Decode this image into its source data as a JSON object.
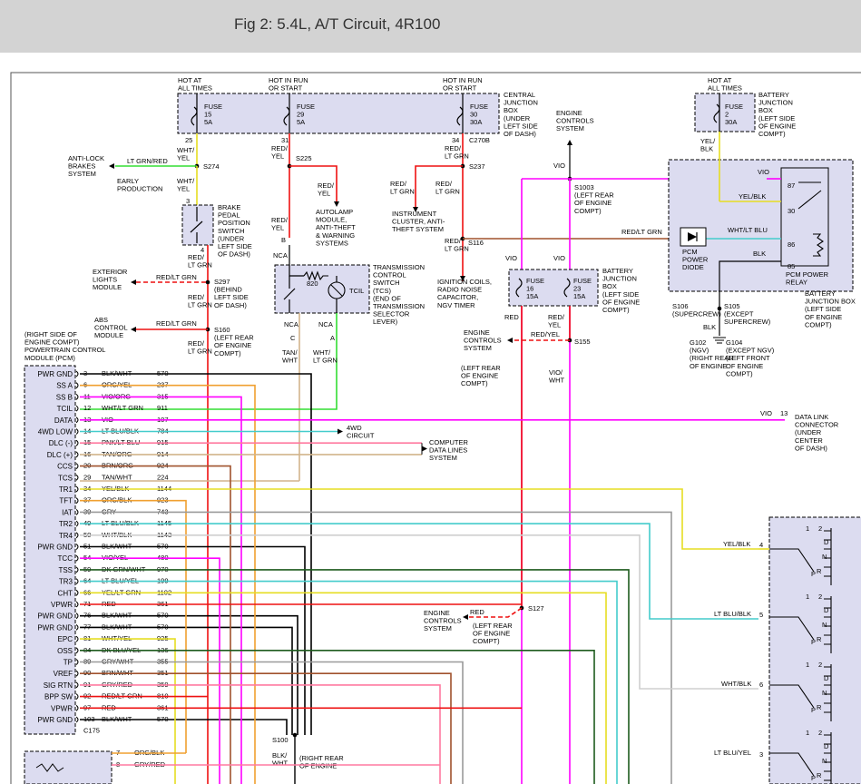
{
  "title": "Fig 2: 5.4L, A/T Circuit, 4R100",
  "colors": {
    "black": "#000000",
    "orange": "#f0a030",
    "violet": "#ff00ff",
    "red": "#ee1111",
    "green": "#33dd33",
    "blue": "#44cccc",
    "yellow": "#e6dd22",
    "tan": "#d2b48c",
    "brown": "#a0522d",
    "gray": "#9a9a9a",
    "white": "#cfcfcf",
    "darkgreen": "#1e5b1e",
    "pink": "#ff7aa0",
    "panel": "#dcdcf0"
  },
  "labels": {
    "hot_all_times_a": [
      "HOT AT",
      "ALL TIMES"
    ],
    "hot_run_start_a": [
      "HOT IN RUN",
      "OR START"
    ],
    "hot_run_start_b": [
      "HOT IN RUN",
      "OR START"
    ],
    "central_jb": [
      "CENTRAL",
      "JUNCTION",
      "BOX",
      "(UNDER",
      "LEFT SIDE",
      "OF DASH)"
    ],
    "fuse15": [
      "FUSE",
      "15",
      "5A"
    ],
    "fuse29": [
      "FUSE",
      "29",
      "5A"
    ],
    "fuse30": [
      "FUSE",
      "30",
      "30A"
    ],
    "engine_controls_system_top": [
      "ENGINE",
      "CONTROLS",
      "SYSTEM"
    ],
    "hot_all_times_b": [
      "HOT AT",
      "ALL TIMES"
    ],
    "fuse2": [
      "FUSE",
      "2",
      "30A"
    ],
    "battery_jb_top": [
      "BATTERY",
      "JUNCTION",
      "BOX",
      "(LEFT SIDE",
      "OF ENGINE",
      "COMPT)"
    ],
    "c270b": "C270B",
    "pin25": "25",
    "pin31": "31",
    "pin34": "34",
    "wht_yel_1": [
      "WHT/",
      "YEL"
    ],
    "red_yel_1": [
      "RED/",
      "YEL"
    ],
    "red_ltgrn_1": [
      "RED/",
      "LT GRN"
    ],
    "yel_blk": [
      "YEL/",
      "BLK"
    ],
    "vio_1": "VIO",
    "s274": "S274",
    "s225": "S225",
    "s237": "S237",
    "s1003": [
      "S1003",
      "(LEFT REAR",
      "OF ENGINE",
      "COMPT)"
    ],
    "anti_lock": [
      "ANTI-LOCK",
      "BRAKES",
      "SYSTEM"
    ],
    "ltgrn_red": "LT GRN/RED",
    "early_production": [
      "EARLY",
      "PRODUCTION"
    ],
    "red_yel_2": [
      "RED/",
      "YEL"
    ],
    "autolamp": [
      "AUTOLAMP",
      "MODULE,",
      "ANTI-THEFT",
      "& WARNING",
      "SYSTEMS"
    ],
    "red_ltgrn_2": [
      "RED/",
      "LT GRN"
    ],
    "red_ltgrn_3": [
      "RED/",
      "LT GRN"
    ],
    "instrument_cluster": [
      "INSTRUMENT",
      "CLUSTER, ANTI-",
      "THEFT SYSTEM"
    ],
    "wht_yel_2": [
      "WHT/",
      "YEL"
    ],
    "pcm_relay_pins": [
      "87",
      "30",
      "86",
      "85"
    ],
    "relay_vio": "VIO",
    "relay_yel_blk": "YEL/BLK",
    "relay_wht_ltblu": "WHT/LT BLU",
    "relay_blk": "BLK",
    "pcm_power_relay": [
      "PCM POWER",
      "RELAY"
    ],
    "battery_jb_right": [
      "BATTERY",
      "JUNCTION BOX",
      "(LEFT SIDE",
      "OF ENGINE",
      "COMPT)"
    ],
    "brake_switch": [
      "BRAKE",
      "PEDAL",
      "POSITION",
      "SWITCH",
      "(UNDER",
      "LEFT SIDE",
      "OF DASH)"
    ],
    "pin3": "3",
    "pin4": "4",
    "red_yel_3": [
      "RED/",
      "YEL"
    ],
    "b_label": "B",
    "red_ltgrn_4": "RED/LT GRN",
    "s116": "S116",
    "pcm_power_diode": [
      "PCM",
      "POWER",
      "DIODE"
    ],
    "nca1": "NCA",
    "r820": "820",
    "tcil": "TCIL",
    "tcs": [
      "TRANSMISSION",
      "CONTROL",
      "SWITCH",
      "(TCS)",
      "(END OF",
      "TRANSMISSION",
      "SELECTOR",
      "LEVER)"
    ],
    "red_ltgrn_5": [
      "RED/",
      "LT GRN"
    ],
    "ignition_coils": [
      "IGNITION COILS,",
      "RADIO NOISE",
      "CAPACITOR,",
      "NGV TIMER"
    ],
    "vio_2": "VIO",
    "vio_3": "VIO",
    "fuse16": [
      "FUSE",
      "16",
      "15A"
    ],
    "fuse23": [
      "FUSE",
      "23",
      "15A"
    ],
    "battery_jb_mid": [
      "BATTERY",
      "JUNCTION",
      "BOX",
      "(LEFT SIDE",
      "OF ENGINE",
      "COMPT)"
    ],
    "exterior_lights": [
      "EXTERIOR",
      "LIGHTS",
      "MODULE"
    ],
    "red_ltgrn_6": "RED/LT GRN",
    "s297": [
      "S297",
      "(BEHIND",
      "LEFT SIDE",
      "OF DASH)"
    ],
    "red_ltgrn_7": [
      "RED/",
      "LT GRN"
    ],
    "nca2": "NCA",
    "nca3": "NCA",
    "c_label": "C",
    "a_label": "A",
    "red_4": "RED",
    "red_yel_4": [
      "RED/",
      "YEL"
    ],
    "s106": [
      "S106",
      "(SUPERCREW)"
    ],
    "s105": [
      "S105",
      "(EXCEPT",
      "SUPERCREW)"
    ],
    "blk_1": "BLK",
    "abs_control": [
      "ABS",
      "CONTROL",
      "MODULE"
    ],
    "red_ltgrn_8": "RED/LT GRN",
    "s160": [
      "S160",
      "(LEFT REAR",
      "OF ENGINE",
      "COMPT)"
    ],
    "tan_wht": [
      "TAN/",
      "WHT"
    ],
    "wht_ltgrn": [
      "WHT/",
      "LT GRN"
    ],
    "engine_controls_mid": [
      "ENGINE",
      "CONTROLS",
      "SYSTEM"
    ],
    "red_yel_5": "RED/YEL",
    "s155": "S155",
    "g102": [
      "G102",
      "(NGV)",
      "(RIGHT REAR",
      "OF ENGINE"
    ],
    "g104": [
      "G104",
      "(EXCEPT NGV)",
      "(LEFT FRONT",
      "OF ENGINE",
      "COMPT)"
    ],
    "pcm_label": [
      "(RIGHT SIDE OF",
      "ENGINE COMPT)",
      "POWERTRAIN CONTROL",
      "MODULE (PCM)"
    ],
    "s155_loc": [
      "(LEFT REAR",
      "OF ENGINE",
      "COMPT)"
    ],
    "vio_wht": [
      "VIO/",
      "WHT"
    ],
    "wd_circuit": [
      "4WD",
      "CIRCUIT"
    ],
    "computer_data": [
      "COMPUTER",
      "DATA LINES",
      "SYSTEM"
    ],
    "vio_dlc": "VIO",
    "pin13": "13",
    "dlc": [
      "DATA LINK",
      "CONNECTOR",
      "(UNDER",
      "CENTER",
      "OF DASH)"
    ],
    "engine_controls_low": [
      "ENGINE",
      "CONTROLS",
      "SYSTEM"
    ],
    "red_5": "RED",
    "s127": "S127",
    "s127_loc": [
      "(LEFT REAR",
      "OF ENGINE",
      "COMPT)"
    ],
    "c175": "C175",
    "s100": "S100",
    "blk_wht_bottom": [
      "BLK/",
      "WHT"
    ],
    "s100_loc": [
      "(RIGHT REAR",
      "OF ENGINE"
    ],
    "bottom_wire7": "ORG/BLK",
    "bottom_wire8": "GRY/RED",
    "pin7": "7",
    "pin8": "8",
    "right_yel_blk": "YEL/BLK",
    "right_ltblu_blk": "LT BLU/BLK",
    "right_wht_blk": "WHT/BLK",
    "right_ltblu_yel": "LT BLU/YEL",
    "right_pin4": "4",
    "right_pin5": "5",
    "right_pin6": "6",
    "right_pin3": "3",
    "switch_letters": [
      "1",
      "2",
      "D",
      "N",
      "R",
      "P"
    ]
  },
  "pcm_pins": [
    {
      "name": "PWR GND",
      "pin": "3",
      "wire": "BLK/WHT",
      "circuit": "570",
      "color": "black"
    },
    {
      "name": "SS A",
      "pin": "6",
      "wire": "ORG/YEL",
      "circuit": "237",
      "color": "orange"
    },
    {
      "name": "SS B",
      "pin": "11",
      "wire": "VIO/ORG",
      "circuit": "315",
      "color": "violet"
    },
    {
      "name": "TCIL",
      "pin": "12",
      "wire": "WHT/LT GRN",
      "circuit": "911",
      "color": "green"
    },
    {
      "name": "DATA",
      "pin": "13",
      "wire": "VIO",
      "circuit": "107",
      "color": "violet"
    },
    {
      "name": "4WD LOW",
      "pin": "14",
      "wire": "LT BLU/BLK",
      "circuit": "784",
      "color": "blue"
    },
    {
      "name": "DLC (-)",
      "pin": "15",
      "wire": "PNK/LT BLU",
      "circuit": "915",
      "color": "pink"
    },
    {
      "name": "DLC (+)",
      "pin": "16",
      "wire": "TAN/ORG",
      "circuit": "914",
      "color": "tan"
    },
    {
      "name": "CCS",
      "pin": "20",
      "wire": "BRN/ORG",
      "circuit": "924",
      "color": "brown"
    },
    {
      "name": "TCS",
      "pin": "29",
      "wire": "TAN/WHT",
      "circuit": "224",
      "color": "tan"
    },
    {
      "name": "TR1",
      "pin": "34",
      "wire": "YEL/BLK",
      "circuit": "1144",
      "color": "yellow"
    },
    {
      "name": "TFT",
      "pin": "37",
      "wire": "ORG/BLK",
      "circuit": "923",
      "color": "orange"
    },
    {
      "name": "IAT",
      "pin": "39",
      "wire": "GRY",
      "circuit": "743",
      "color": "gray"
    },
    {
      "name": "TR2",
      "pin": "49",
      "wire": "LT BLU/BLK",
      "circuit": "1145",
      "color": "blue"
    },
    {
      "name": "TR4",
      "pin": "50",
      "wire": "WHT/BLK",
      "circuit": "1143",
      "color": "white"
    },
    {
      "name": "PWR GND",
      "pin": "51",
      "wire": "BLK/WHT",
      "circuit": "570",
      "color": "black"
    },
    {
      "name": "TCC",
      "pin": "54",
      "wire": "VIO/YEL",
      "circuit": "480",
      "color": "violet"
    },
    {
      "name": "TSS",
      "pin": "59",
      "wire": "DK GRN/WHT",
      "circuit": "970",
      "color": "darkgreen"
    },
    {
      "name": "TR3",
      "pin": "64",
      "wire": "LT BLU/YEL",
      "circuit": "199",
      "color": "blue"
    },
    {
      "name": "CHT",
      "pin": "66",
      "wire": "YEL/LT GRN",
      "circuit": "1102",
      "color": "yellow"
    },
    {
      "name": "VPWR",
      "pin": "71",
      "wire": "RED",
      "circuit": "361",
      "color": "red"
    },
    {
      "name": "PWR GND",
      "pin": "76",
      "wire": "BLK/WHT",
      "circuit": "570",
      "color": "black"
    },
    {
      "name": "PWR GND",
      "pin": "77",
      "wire": "BLK/WHT",
      "circuit": "570",
      "color": "black"
    },
    {
      "name": "EPC",
      "pin": "81",
      "wire": "WHT/YEL",
      "circuit": "925",
      "color": "yellow"
    },
    {
      "name": "OSS",
      "pin": "84",
      "wire": "DK BLU/YEL",
      "circuit": "136",
      "color": "darkgreen"
    },
    {
      "name": "TP",
      "pin": "89",
      "wire": "GRY/WHT",
      "circuit": "355",
      "color": "gray"
    },
    {
      "name": "VREF",
      "pin": "90",
      "wire": "BRN/WHT",
      "circuit": "351",
      "color": "brown"
    },
    {
      "name": "SIG RTN",
      "pin": "91",
      "wire": "GRY/RED",
      "circuit": "359",
      "color": "pink"
    },
    {
      "name": "BPP SW",
      "pin": "92",
      "wire": "RED/LT GRN",
      "circuit": "810",
      "color": "red"
    },
    {
      "name": "VPWR",
      "pin": "97",
      "wire": "RED",
      "circuit": "361",
      "color": "red"
    },
    {
      "name": "PWR GND",
      "pin": "103",
      "wire": "BLK/WHT",
      "circuit": "570",
      "color": "black"
    }
  ]
}
